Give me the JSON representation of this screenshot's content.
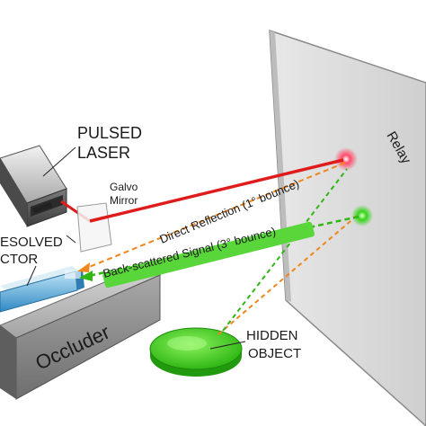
{
  "labels": {
    "laser_line1": "PULSED",
    "laser_line2": "LASER",
    "galvo_line1": "Galvo",
    "galvo_line2": "Mirror",
    "detector_line1": "ESOLVED",
    "detector_line2": "CTOR",
    "occluder": "Occluder",
    "relay": "Relay",
    "hidden_line1": "HIDDEN",
    "hidden_line2": "OBJECT",
    "direct_reflection": "Direct Reflection (1° bounce)",
    "backscatter": "Back-scattered Signal (3° bounce)"
  },
  "colors": {
    "laser_beam": "#e01b1b",
    "signal_beam": "#3dbf1e",
    "dashed_red": "#f07a1a",
    "hidden_object": "#39d11f",
    "detector": "#4aa6d8",
    "occluder": "#8f8f8f",
    "relay_wall": "#dcdcdc"
  }
}
